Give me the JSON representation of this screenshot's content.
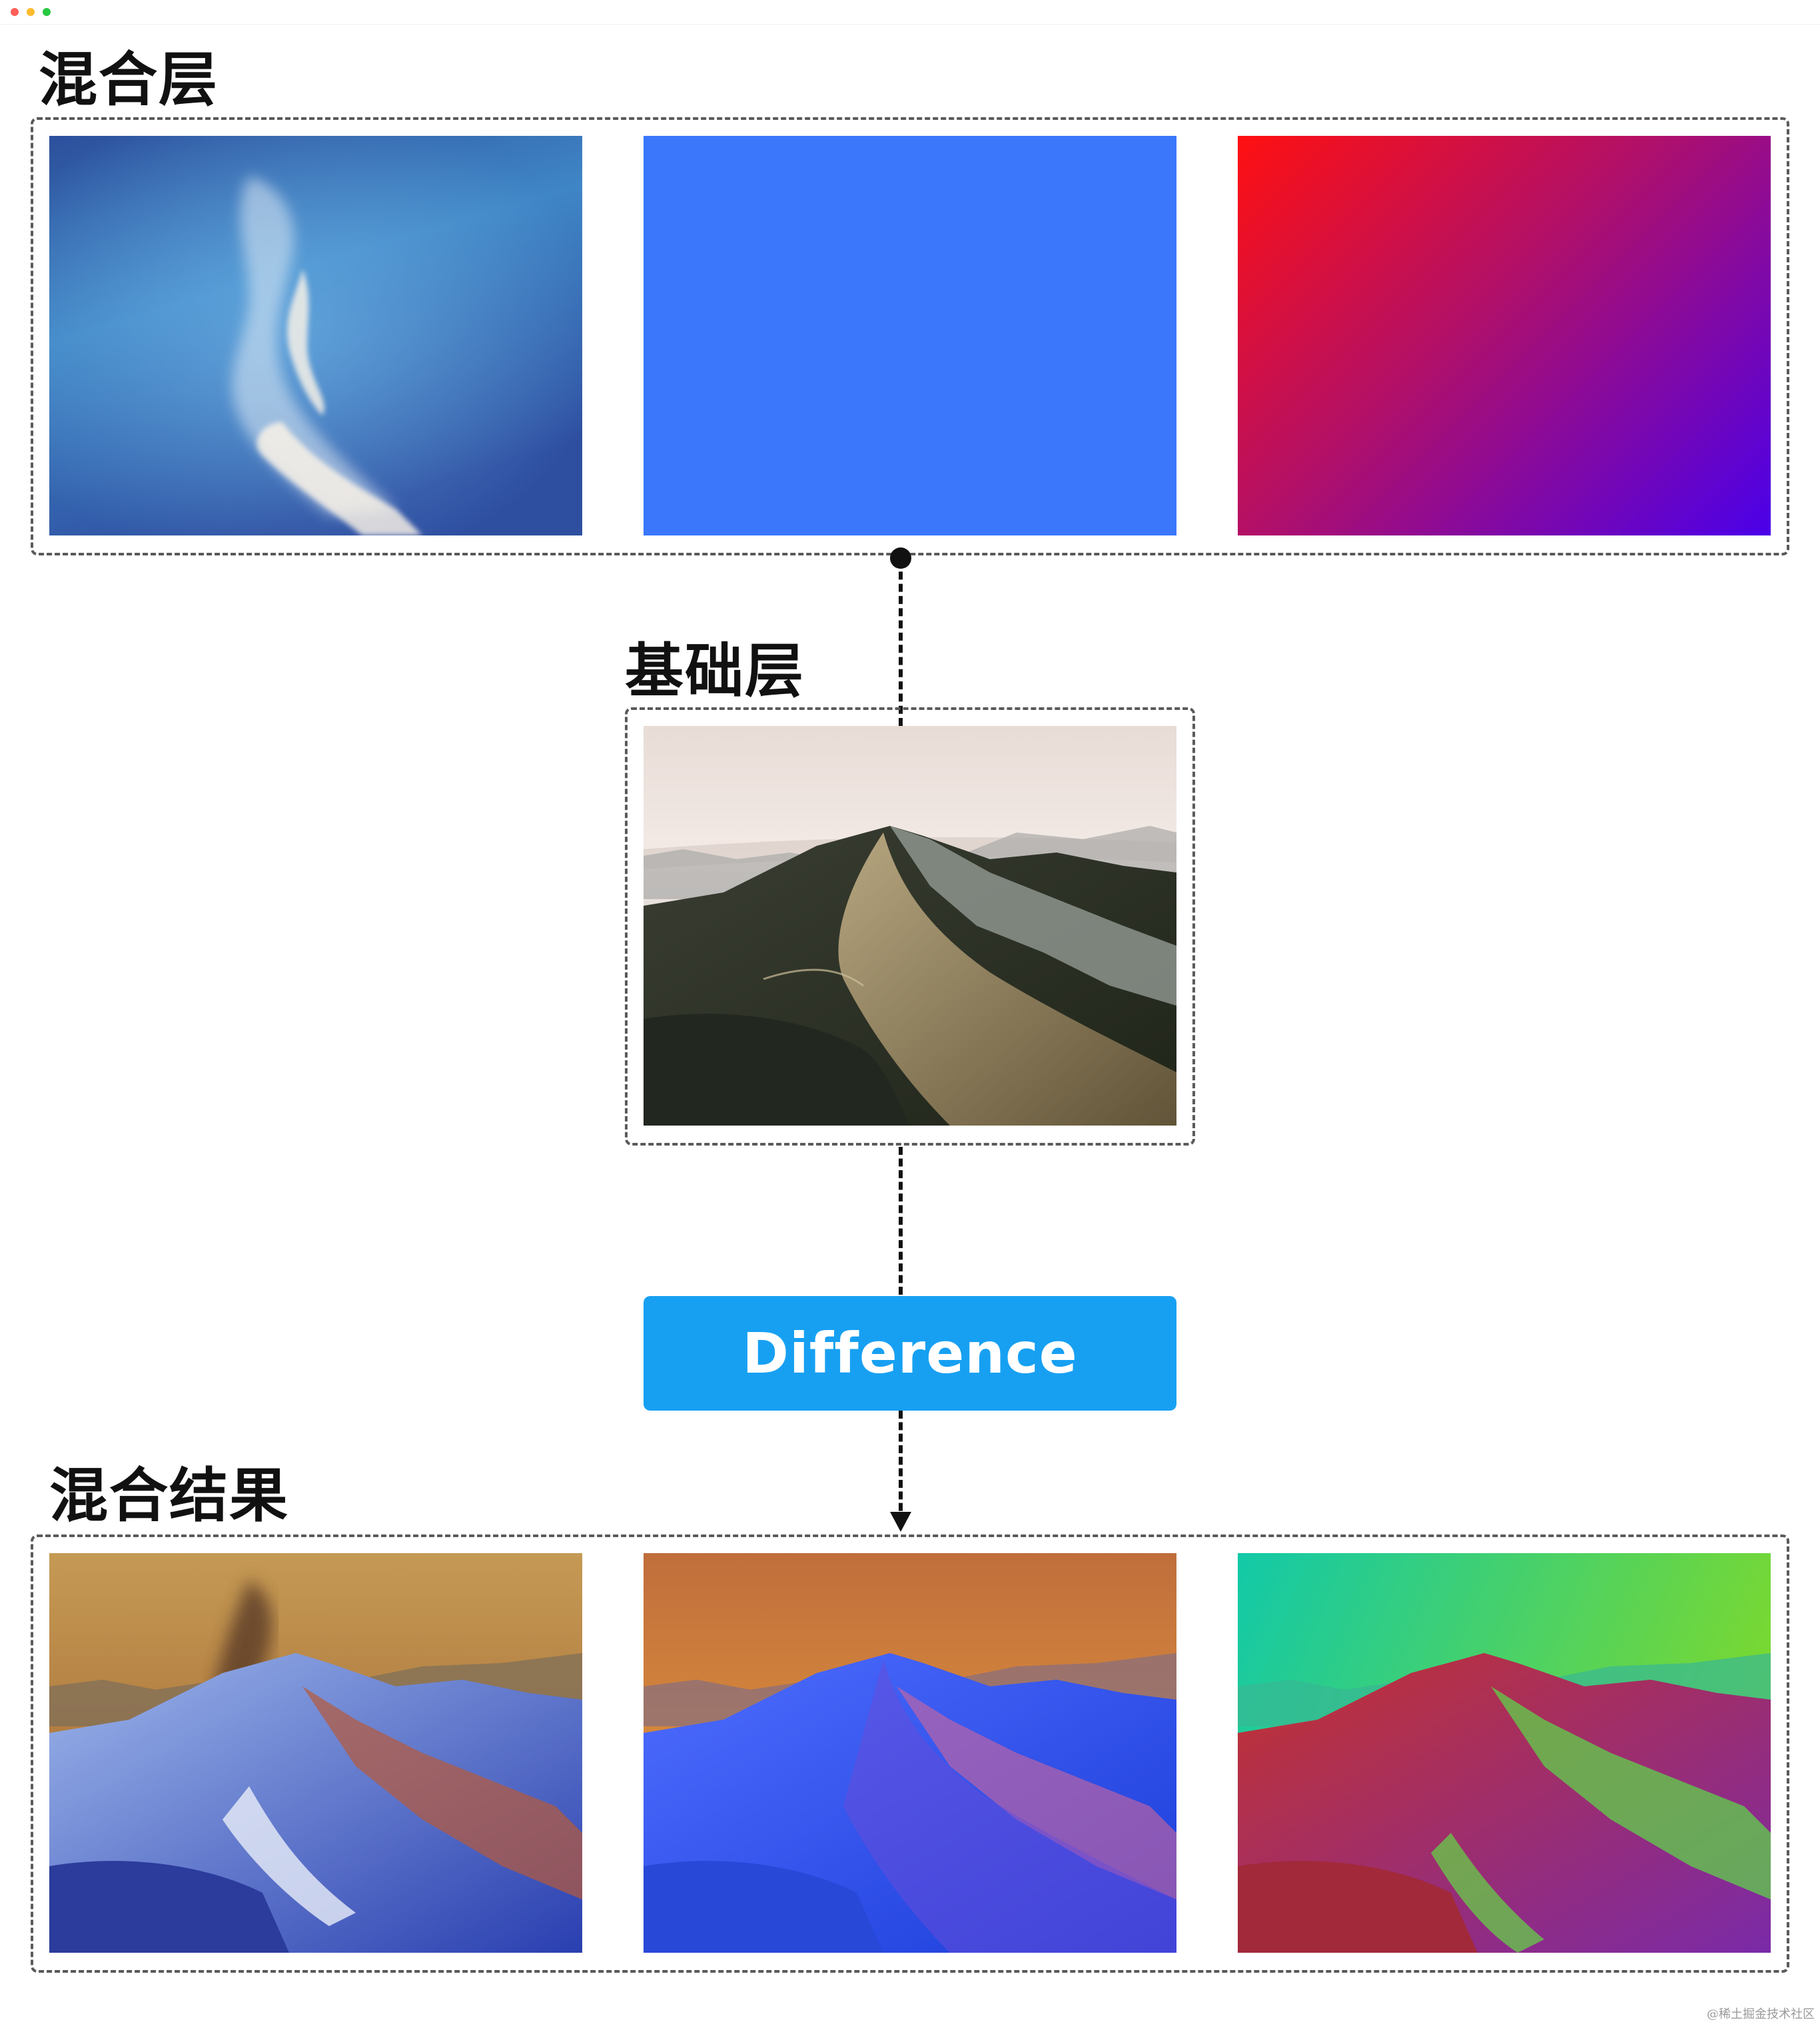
{
  "window": {
    "controls": [
      "close-dot",
      "minimize-dot",
      "maximize-dot"
    ]
  },
  "diagram": {
    "blend_layer_title": "混合层",
    "base_layer_title": "基础层",
    "result_title": "混合结果",
    "mode_label": "Difference",
    "watermark": "@稀土掘金技术社区"
  },
  "colors": {
    "solid_blue": "#3a77fb",
    "gradient_start": "#ff1010",
    "gradient_end": "#4a00ea",
    "mode_button": "#17a0f2",
    "frame_border": "#5a5a5a"
  },
  "images": {
    "blend_layer": [
      "sky-with-clouds-photo",
      "solid-blue-swatch",
      "red-to-purple-gradient-swatch"
    ],
    "base_layer": "mountain-ridge-photo",
    "results": [
      "difference-sky-over-mountain",
      "difference-blue-over-mountain",
      "difference-gradient-over-mountain"
    ]
  }
}
